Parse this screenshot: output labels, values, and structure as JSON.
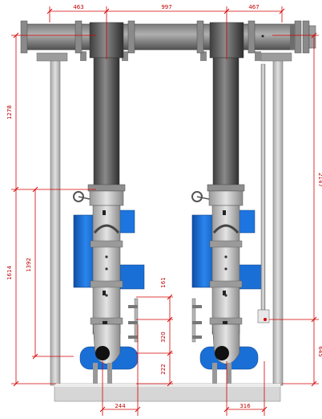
{
  "colors": {
    "dimension": "#d40000",
    "pump_motor": "#1a6fd6",
    "pipe_dark": "#5a5a5a",
    "pipe_light": "#bdbdbd",
    "frame": "#c8c8c8",
    "background": "#ffffff"
  },
  "dimensions": {
    "top_left": "463",
    "top_middle": "997",
    "top_right": "467",
    "left_upper": "1278",
    "left_outer": "1614",
    "left_inner": "1392",
    "right_upper": "2147",
    "right_lower": "645",
    "mid_upper": "161",
    "mid_middle": "320",
    "mid_lower": "222",
    "bottom_left": "244",
    "bottom_right": "316"
  }
}
